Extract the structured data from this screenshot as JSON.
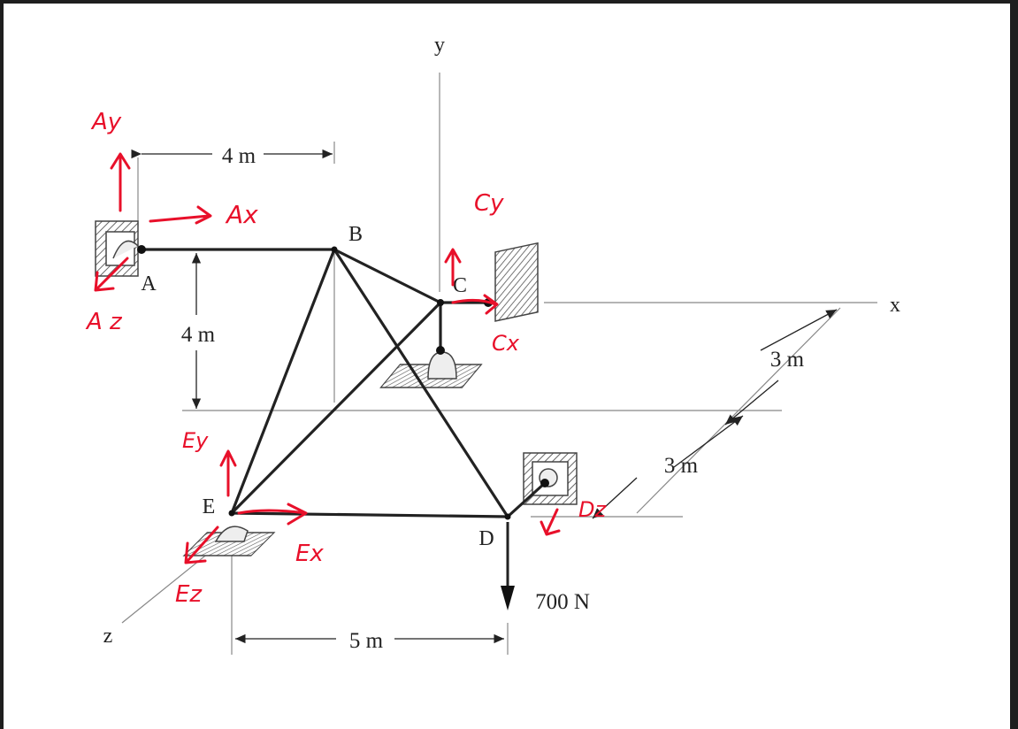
{
  "axes": {
    "x": "x",
    "y": "y",
    "z": "z"
  },
  "joints": {
    "A": "A",
    "B": "B",
    "C": "C",
    "D": "D",
    "E": "E"
  },
  "dimensions": {
    "top_ab": "4 m",
    "vertical_a": "4 m",
    "bottom_ed": "5 m",
    "right_upper": "3 m",
    "right_lower": "3 m"
  },
  "load": "700 N",
  "annotations": {
    "Ay": "Ay",
    "Ax": "Ax",
    "Az": "A z",
    "Cy": "Cy",
    "Cx": "Cx",
    "Ey": "Ey",
    "Ex": "Ex",
    "Ez": "Ez",
    "Dz": "Dz"
  },
  "colors": {
    "ink": "#222222",
    "annotation": "#e8102a",
    "frame": "#1e1e1e",
    "paper": "#ffffff"
  }
}
